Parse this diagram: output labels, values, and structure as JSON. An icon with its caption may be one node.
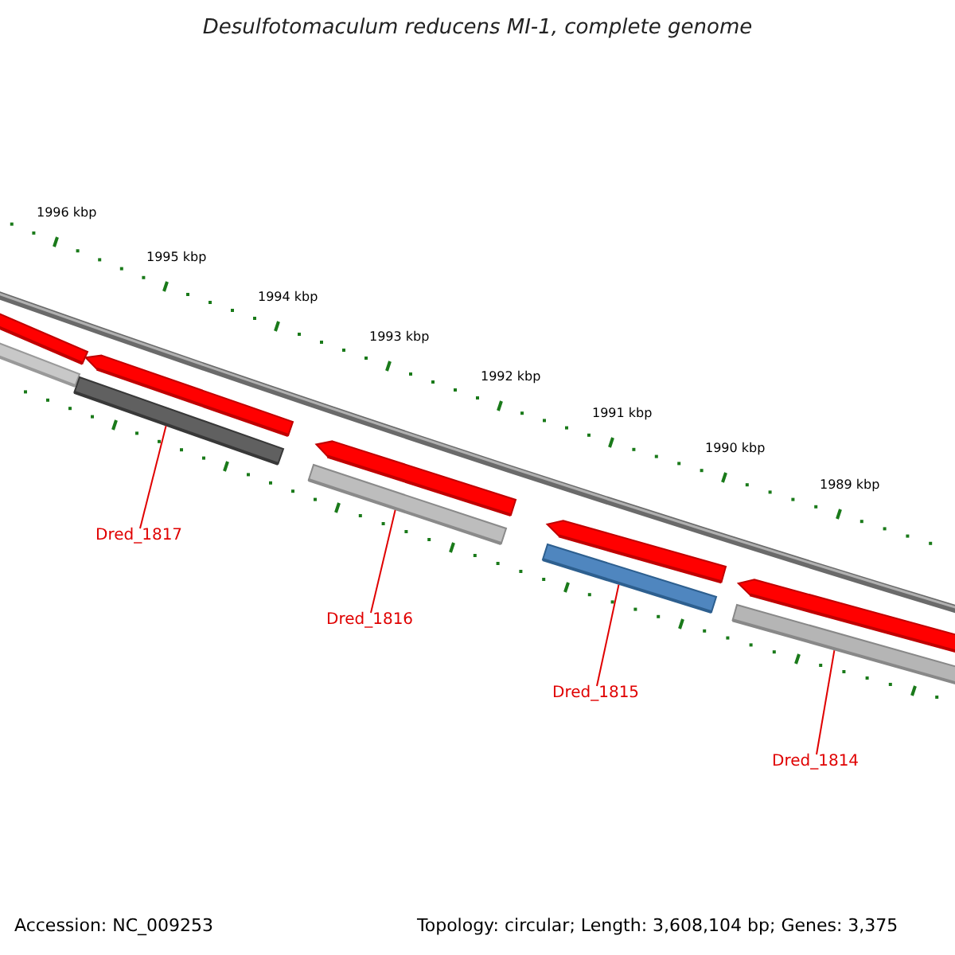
{
  "diagram": {
    "title": "Desulfotomaculum reducens MI-1, complete genome",
    "nodes": [
      {
        "text": [
          "Dred_1817"
        ]
      },
      {
        "text": [
          "Dred_1816"
        ]
      },
      {
        "text": [
          "Dred_1815"
        ]
      },
      {
        "text": [
          "Dred_1814"
        ]
      },
      {
        "text": [],
        "shape": "bar"
      },
      {
        "text": [],
        "shape": "bar"
      },
      {
        "text": [],
        "shape": "bar"
      },
      {
        "text": [],
        "shape": "bar"
      }
    ],
    "edges": [
      {
        "from": 0,
        "to": 4,
        "arrow": "none"
      },
      {
        "from": 1,
        "to": 5,
        "arrow": "none"
      },
      {
        "from": 2,
        "to": 6,
        "arrow": "none"
      },
      {
        "from": 3,
        "to": 7,
        "arrow": "none"
      }
    ],
    "labels": [
      "1996 kbp",
      "1995 kbp",
      "1994 kbp",
      "1993 kbp",
      "1992 kbp",
      "1991 kbp",
      "1990 kbp",
      "1989 kbp",
      "Accession: NC_009253",
      "Topology: circular; Length: 3,608,104 bp; Genes: 3,375"
    ]
  }
}
